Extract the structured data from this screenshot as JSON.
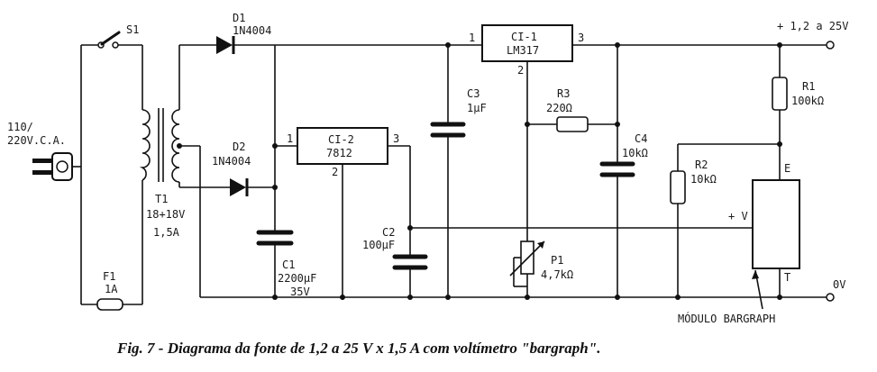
{
  "labels": {
    "s1": "S1",
    "mains": "110/",
    "mains2": "220V.C.A.",
    "f1": "F1",
    "f1v": "1A",
    "t1": "T1",
    "t1v": "18+18V",
    "t1a": "1,5A",
    "d1": "D1",
    "d1v": "1N4004",
    "d2": "D2",
    "d2v": "1N4004",
    "ci2": "CI-2",
    "ci2v": "7812",
    "ci2p1": "1",
    "ci2p2": "2",
    "ci2p3": "3",
    "ci1": "CI-1",
    "ci1v": "LM317",
    "ci1p1": "1",
    "ci1p2": "2",
    "ci1p3": "3",
    "c1": "C1",
    "c1v": "2200µF",
    "c1w": "35V",
    "c2": "C2",
    "c2v": "100µF",
    "c3": "C3",
    "c3v": "1µF",
    "c4": "C4",
    "c4v": "10kΩ",
    "r1": "R1",
    "r1v": "100kΩ",
    "r2": "R2",
    "r2v": "10kΩ",
    "r3": "R3",
    "r3v": "220Ω",
    "p1": "P1",
    "p1v": "4,7kΩ",
    "out": "+ 1,2 a 25V",
    "zero": "0V",
    "e": "E",
    "v": "+ V",
    "t": "T",
    "mod": "MÓDULO BARGRAPH"
  },
  "caption": "Fig. 7 - Diagrama da fonte de 1,2 a 25 V x 1,5 A com voltímetro \"bargraph\"."
}
